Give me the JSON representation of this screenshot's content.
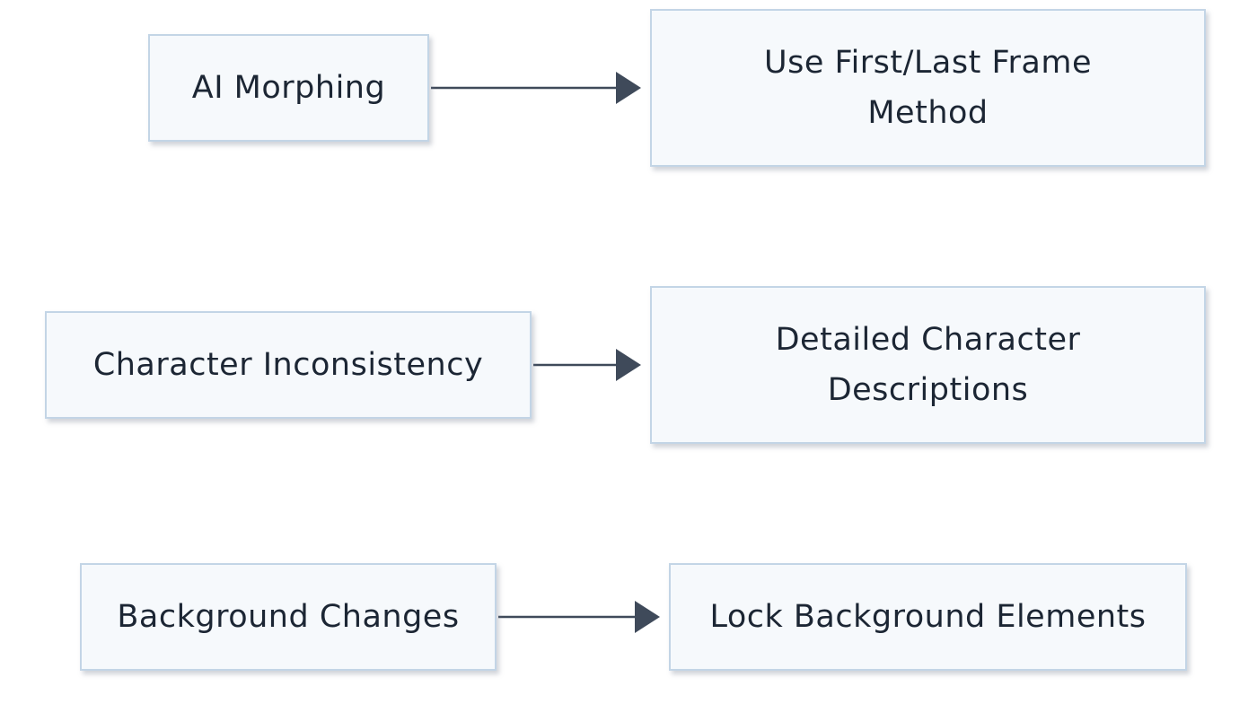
{
  "diagram": {
    "issues": [
      {
        "label": "AI Morphing"
      },
      {
        "label": "Character Inconsistency"
      },
      {
        "label": "Background Changes"
      }
    ],
    "solutions": [
      {
        "label": "Use First/Last Frame Method"
      },
      {
        "label": "Detailed Character Descriptions"
      },
      {
        "label": "Lock Background Elements"
      }
    ]
  },
  "colors": {
    "node_fill": "#f6f9fc",
    "node_border": "#c3d5e6",
    "text": "#1c2634",
    "arrow": "#3f4a5a"
  }
}
